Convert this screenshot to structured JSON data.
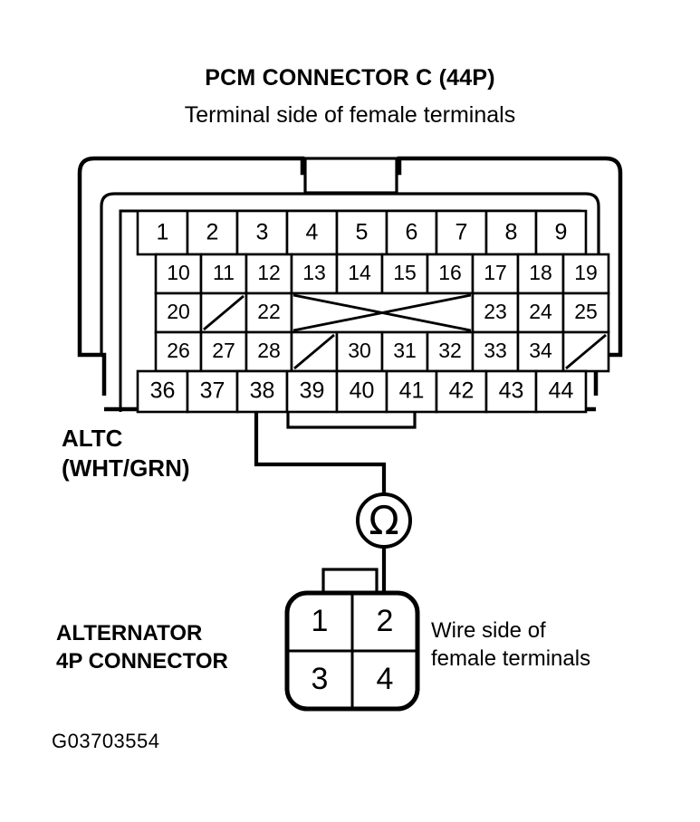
{
  "figure": {
    "title": "PCM CONNECTOR C (44P)",
    "subtitle": "Terminal side of female terminals",
    "figure_code": "G03703554"
  },
  "labels": {
    "altc": "ALTC\n(WHT/GRN)",
    "alternator_connector": "ALTERNATOR\n4P CONNECTOR",
    "wire_side": "Wire side of\nfemale terminals"
  },
  "pcm_connector": {
    "name": "PCM CONNECTOR C",
    "pin_count": "44P",
    "rows": [
      {
        "row_index": 1,
        "columns": 9,
        "cells": [
          {
            "label": "1",
            "blank": false
          },
          {
            "label": "2",
            "blank": false
          },
          {
            "label": "3",
            "blank": false
          },
          {
            "label": "4",
            "blank": false
          },
          {
            "label": "5",
            "blank": false
          },
          {
            "label": "6",
            "blank": false
          },
          {
            "label": "7",
            "blank": false
          },
          {
            "label": "8",
            "blank": false
          },
          {
            "label": "9",
            "blank": false
          }
        ]
      },
      {
        "row_index": 2,
        "columns": 10,
        "cells": [
          {
            "label": "10",
            "blank": false
          },
          {
            "label": "11",
            "blank": false
          },
          {
            "label": "12",
            "blank": false
          },
          {
            "label": "13",
            "blank": false
          },
          {
            "label": "14",
            "blank": false
          },
          {
            "label": "15",
            "blank": false
          },
          {
            "label": "16",
            "blank": false
          },
          {
            "label": "17",
            "blank": false
          },
          {
            "label": "18",
            "blank": false
          },
          {
            "label": "19",
            "blank": false
          }
        ]
      },
      {
        "row_index": 3,
        "columns": 10,
        "cells": [
          {
            "label": "20",
            "blank": false
          },
          {
            "label": "",
            "blank": true,
            "mark": "slash"
          },
          {
            "label": "22",
            "blank": false
          },
          {
            "label": "",
            "blank": true,
            "mark": "cross",
            "span": 4
          },
          {
            "label": "23",
            "blank": false
          },
          {
            "label": "24",
            "blank": false
          },
          {
            "label": "25",
            "blank": false
          }
        ]
      },
      {
        "row_index": 4,
        "columns": 10,
        "cells": [
          {
            "label": "26",
            "blank": false
          },
          {
            "label": "27",
            "blank": false
          },
          {
            "label": "28",
            "blank": false
          },
          {
            "label": "",
            "blank": true,
            "mark": "slash"
          },
          {
            "label": "30",
            "blank": false
          },
          {
            "label": "31",
            "blank": false
          },
          {
            "label": "32",
            "blank": false
          },
          {
            "label": "33",
            "blank": false
          },
          {
            "label": "34",
            "blank": false
          },
          {
            "label": "",
            "blank": true,
            "mark": "slash"
          }
        ]
      },
      {
        "row_index": 5,
        "columns": 9,
        "cells": [
          {
            "label": "36",
            "blank": false
          },
          {
            "label": "37",
            "blank": false
          },
          {
            "label": "38",
            "blank": false
          },
          {
            "label": "39",
            "blank": false
          },
          {
            "label": "40",
            "blank": false
          },
          {
            "label": "41",
            "blank": false
          },
          {
            "label": "42",
            "blank": false
          },
          {
            "label": "43",
            "blank": false
          },
          {
            "label": "44",
            "blank": false
          }
        ]
      }
    ],
    "probed_terminal": "38"
  },
  "alternator_connector": {
    "name": "ALTERNATOR 4P CONNECTOR",
    "pin_count": "4P",
    "view": "Wire side of female terminals",
    "cells": [
      {
        "label": "1"
      },
      {
        "label": "2"
      },
      {
        "label": "3"
      },
      {
        "label": "4"
      }
    ],
    "probed_terminal": "2"
  },
  "meter": {
    "type": "ohmmeter",
    "symbol": "Ω",
    "icon": "ohmmeter-icon"
  },
  "colors": {
    "stroke": "#000000",
    "background": "#ffffff"
  }
}
